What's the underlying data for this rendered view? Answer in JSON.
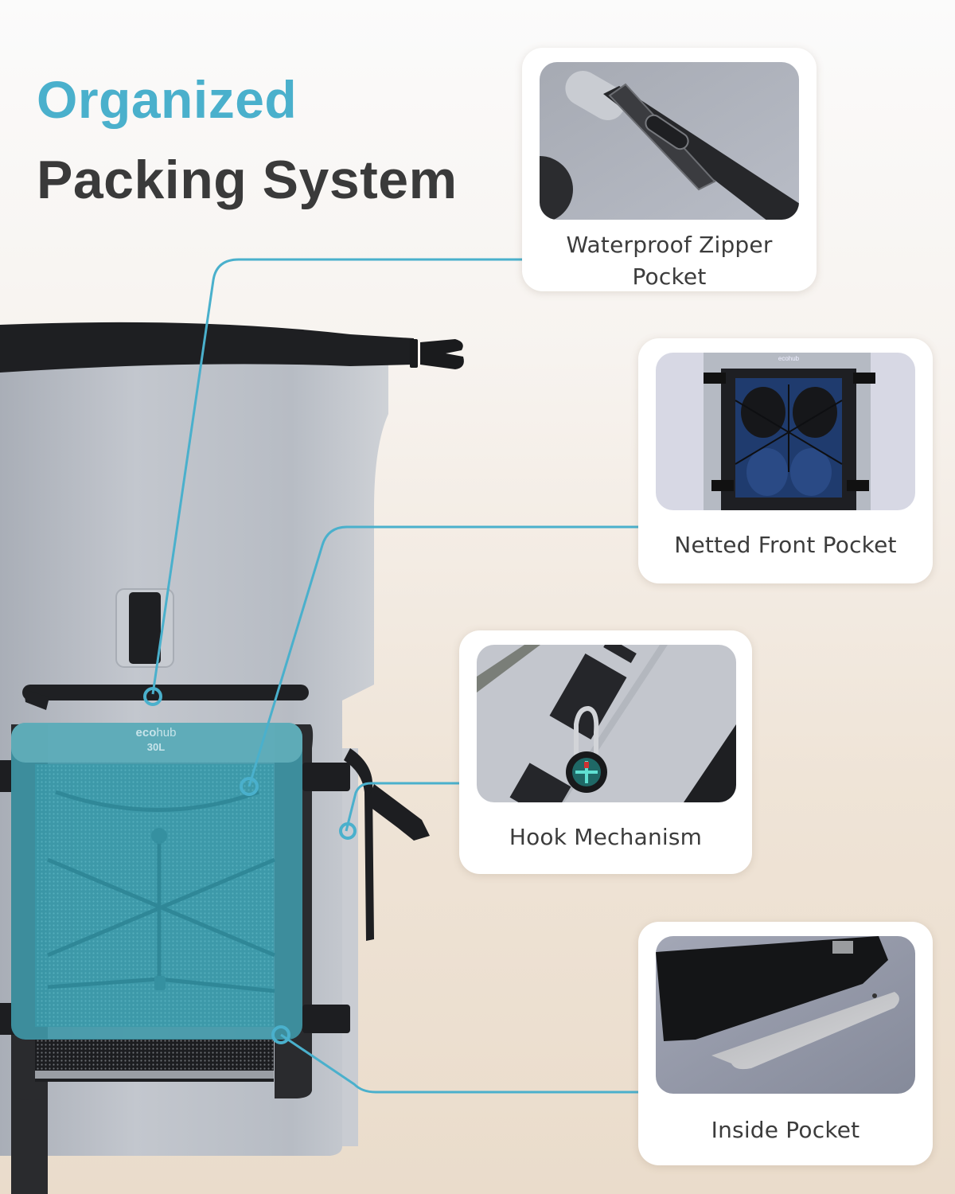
{
  "headline": {
    "line1": "Organized",
    "line2": "Packing System"
  },
  "colors": {
    "accent": "#4ab0cc",
    "heading_dark": "#3a3a3a",
    "bag_gray": "#b9bec6",
    "strap_black": "#1e1f22",
    "highlight_teal": "#3f98a8"
  },
  "bag": {
    "brand": "ecohub",
    "brand_bold_part": "eco",
    "brand_light_part": "hub",
    "capacity": "30L"
  },
  "features": [
    {
      "label": "Waterproof Zipper Pocket",
      "label_line1": "Waterproof Zipper",
      "label_line2": "Pocket",
      "image": "zipper-pull-closeup"
    },
    {
      "label": "Netted Front Pocket",
      "image": "mesh-front-pocket-with-bungee"
    },
    {
      "label": "Hook Mechanism",
      "image": "carabiner-compass-on-webbing"
    },
    {
      "label": "Inside Pocket",
      "image": "tablet-in-sleeve"
    }
  ]
}
